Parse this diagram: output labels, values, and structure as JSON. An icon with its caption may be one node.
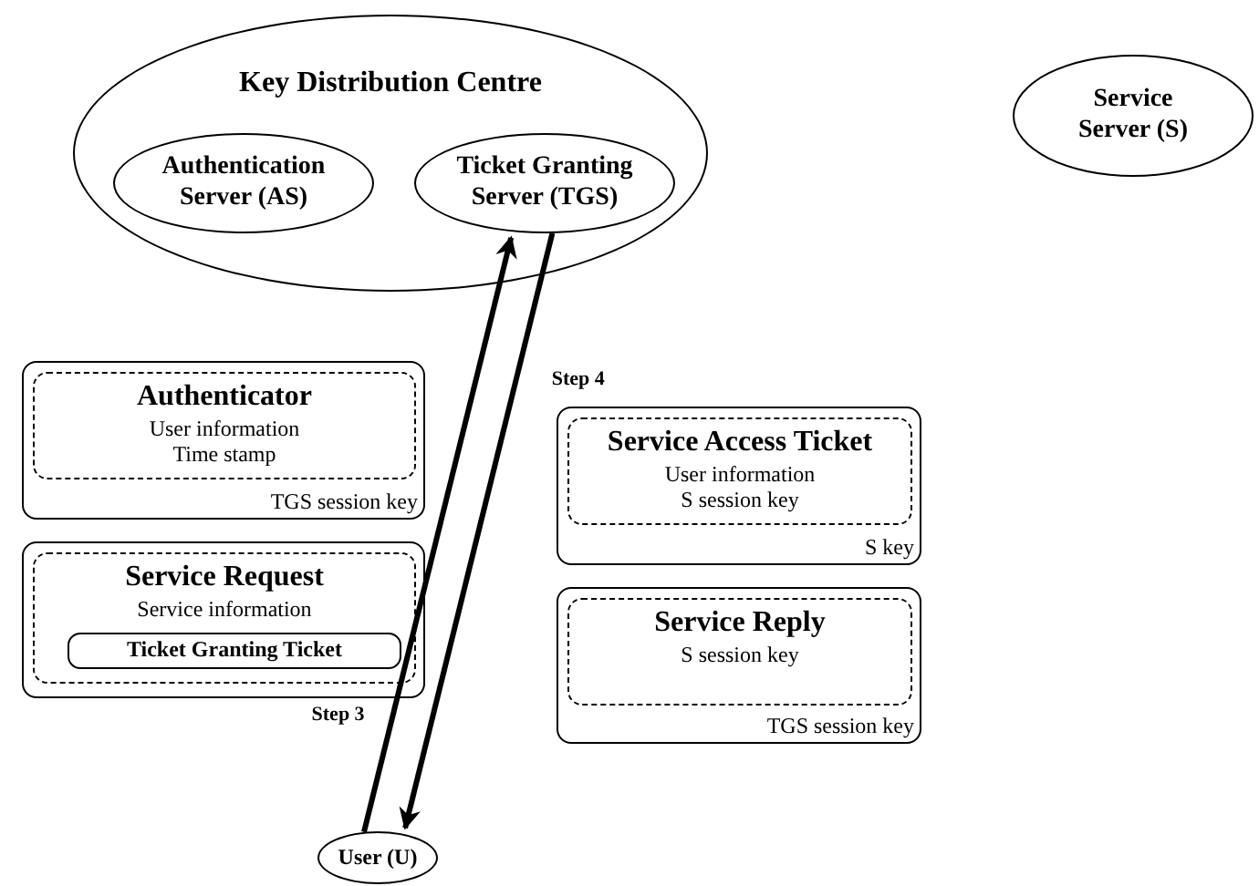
{
  "diagram": {
    "nodes": [
      {
        "text": [
          "Key Distribution Centre"
        ]
      },
      {
        "text": [
          "Authentication Server (AS)"
        ],
        "in": 0
      },
      {
        "text": [
          "Ticket Granting Server (TGS)"
        ],
        "in": 0
      },
      {
        "text": [
          "Service Server (S)"
        ]
      },
      {
        "text": [
          "TGS session key"
        ]
      },
      {
        "text": [
          "Authenticator",
          "User information",
          "Time stamp"
        ],
        "in": 4
      },
      {
        "text": [],
        "shape": "box"
      },
      {
        "text": [
          "Service Request",
          "Service information"
        ],
        "in": 6
      },
      {
        "text": [
          "Ticket Granting Ticket"
        ],
        "in": 7
      },
      {
        "text": [
          "S key"
        ]
      },
      {
        "text": [
          "Service Access Ticket",
          "User information",
          "S session key"
        ],
        "in": 9
      },
      {
        "text": [
          "TGS session key"
        ]
      },
      {
        "text": [
          "Service Reply",
          "S session key"
        ],
        "in": 11
      },
      {
        "text": [
          "User (U)"
        ]
      }
    ],
    "edges": [
      {
        "from": 13,
        "to": 2,
        "arrow": "to",
        "label": "Step 3"
      },
      {
        "from": 2,
        "to": 13,
        "arrow": "to",
        "label": "Step 4"
      }
    ]
  }
}
